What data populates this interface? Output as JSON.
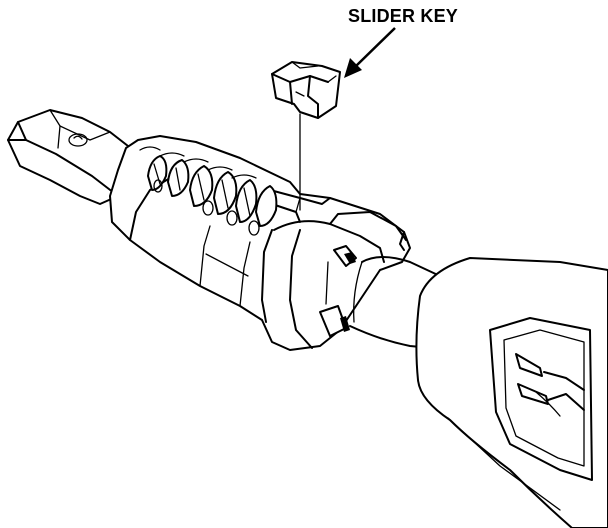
{
  "callout": {
    "label": "SLIDER KEY"
  },
  "colors": {
    "ink": "#000000",
    "paper": "#ffffff"
  },
  "parts": {
    "slider_key": "slider-key-part",
    "cylinder": "key-cylinder-assembly",
    "key": "ignition-key"
  }
}
